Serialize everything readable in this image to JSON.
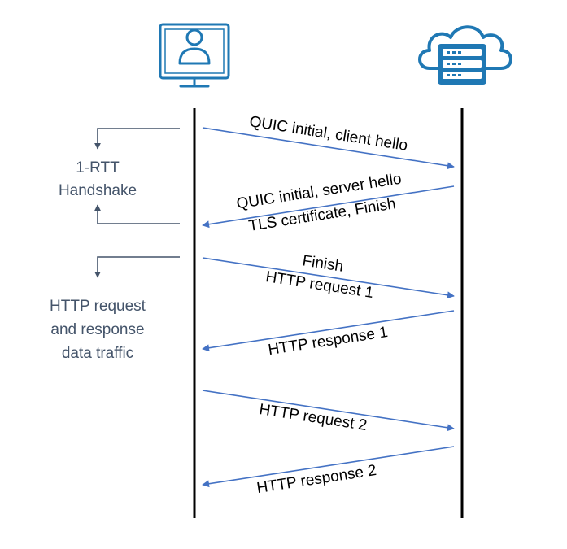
{
  "colors": {
    "icon_blue": "#1f78b4",
    "arrow_blue": "#4472c4",
    "bracket_gray": "#44546a",
    "lifeline": "#000000"
  },
  "actors": {
    "client": {
      "icon": "desktop-user-icon"
    },
    "server": {
      "icon": "cloud-server-icon"
    }
  },
  "messages": [
    {
      "direction": "client-to-server",
      "lines": [
        "QUIC initial, client hello"
      ]
    },
    {
      "direction": "server-to-client",
      "lines": [
        "QUIC initial, server hello",
        "TLS certificate, Finish"
      ]
    },
    {
      "direction": "client-to-server",
      "lines": [
        "Finish",
        "HTTP request 1"
      ]
    },
    {
      "direction": "server-to-client",
      "lines": [
        "HTTP response 1"
      ]
    },
    {
      "direction": "client-to-server",
      "lines": [
        "HTTP request 2"
      ]
    },
    {
      "direction": "server-to-client",
      "lines": [
        "HTTP response 2"
      ]
    }
  ],
  "side_labels": {
    "handshake": [
      "1-RTT",
      "Handshake"
    ],
    "data_traffic": [
      "HTTP request",
      "and response",
      "data traffic"
    ]
  }
}
